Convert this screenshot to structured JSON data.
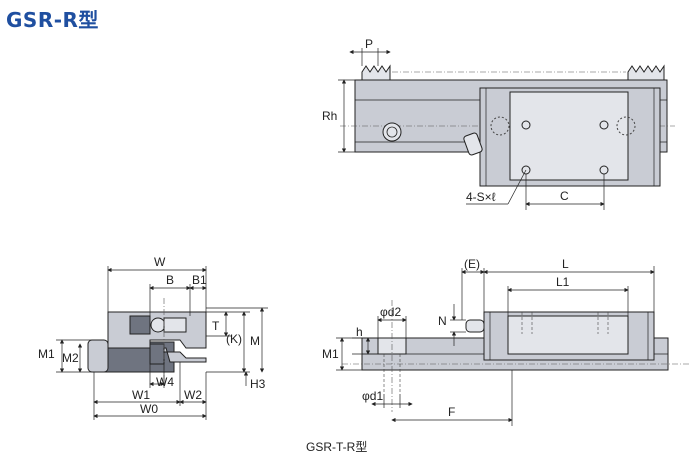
{
  "title": "GSR-R型",
  "caption": "GSR-T-R型",
  "colors": {
    "title": "#1f4fa0",
    "body": "#c9ccd4",
    "rail": "#6f7480"
  },
  "labels": {
    "P": "P",
    "Rh": "Rh",
    "C": "C",
    "holes": "4-S×ℓ",
    "W": "W",
    "B": "B",
    "B1": "B1",
    "T": "T",
    "K": "(K)",
    "M": "M",
    "M1": "M1",
    "M2": "M2",
    "W4": "W4",
    "H3": "H3",
    "W1": "W1",
    "W2": "W2",
    "W0": "W0",
    "E": "(E)",
    "L": "L",
    "L1": "L1",
    "d2": "φd2",
    "N": "N",
    "h": "h",
    "M1b": "M1",
    "d1": "φd1",
    "F": "F"
  }
}
